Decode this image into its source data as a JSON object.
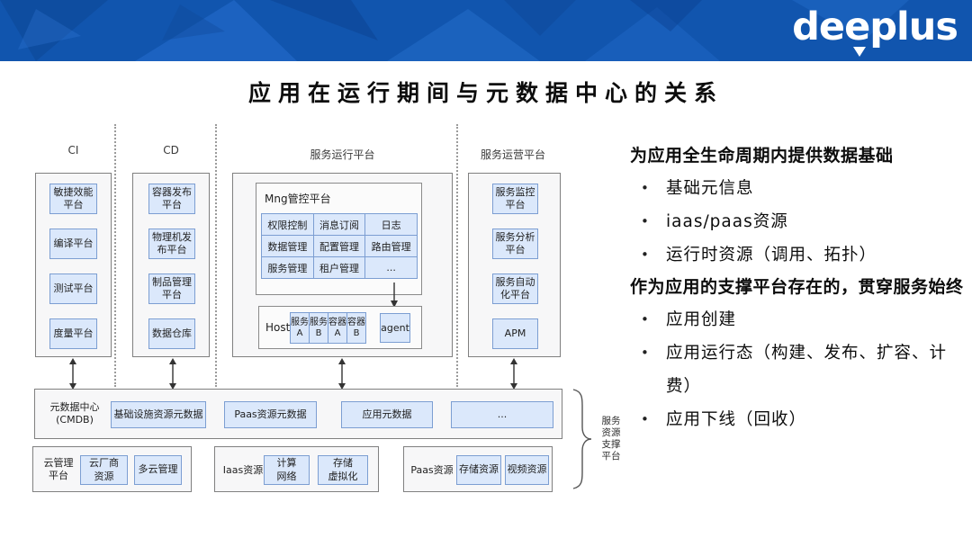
{
  "colors": {
    "header_blue": "#1155ae",
    "box_blue_fill": "#dbe8fb",
    "box_blue_border": "#7c9ed2",
    "panel_gray_fill": "#f7f7f8",
    "panel_gray_border": "#808080"
  },
  "header": {
    "logo_text": "deeplus"
  },
  "page_title": "应用在运行期间与元数据中心的关系",
  "diagram": {
    "ci": {
      "header": "CI",
      "items": [
        "敏捷效能\n平台",
        "编译平台",
        "测试平台",
        "度量平台"
      ]
    },
    "cd": {
      "header": "CD",
      "items": [
        "容器发布\n平台",
        "物理机发\n布平台",
        "制品管理\n平台",
        "数据仓库"
      ]
    },
    "runtime": {
      "header": "服务运行平台",
      "mng": {
        "title": "Mng管控平台",
        "cells": [
          "权限控制",
          "消息订阅",
          "日志",
          "数据管理",
          "配置管理",
          "路由管理",
          "服务管理",
          "租户管理",
          "..."
        ]
      },
      "host": {
        "title": "Host",
        "cells": [
          "服务\nA",
          "服务\nB",
          "容器\nA",
          "容器\nB"
        ],
        "agent": "agent"
      }
    },
    "ops": {
      "header": "服务运营平台",
      "items": [
        "服务监控\n平台",
        "服务分析\n平台",
        "服务自动\n化平台",
        "APM"
      ]
    },
    "cmdb": {
      "label": "元数据中心\n(CMDB)",
      "items": [
        "基础设施资源元数据",
        "Paas资源元数据",
        "应用元数据",
        "..."
      ]
    },
    "bottom": [
      {
        "label": "云管理\n平台",
        "items": [
          "云厂商\n资源",
          "多云管理"
        ]
      },
      {
        "label": "Iaas资源",
        "items": [
          "计算\n网络",
          "存储\n虚拟化"
        ]
      },
      {
        "label": "Paas资源",
        "items": [
          "存储资源",
          "视频资源"
        ]
      }
    ],
    "brace_label": "服务\n资源\n支撑\n平台"
  },
  "notes": {
    "heading1": "为应用全生命周期内提供数据基础",
    "bullets1": [
      "基础元信息",
      "iaas/paas资源",
      "运行时资源（调用、拓扑）"
    ],
    "heading2": "作为应用的支撑平台存在的，贯穿服务始终",
    "bullets2": [
      "应用创建",
      "应用运行态（构建、发布、扩容、计费）",
      "应用下线（回收）"
    ],
    "bullet_glyph": "•"
  }
}
